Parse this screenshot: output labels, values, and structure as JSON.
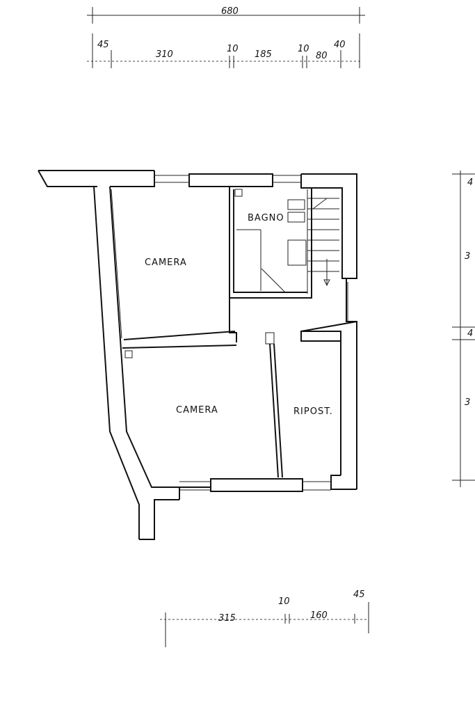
{
  "top_dimensions": {
    "total": "680",
    "segments": [
      "45",
      "310",
      "10",
      "185",
      "10",
      "80",
      "40"
    ]
  },
  "bottom_dimensions": {
    "segments": [
      "315",
      "10",
      "160",
      "45"
    ]
  },
  "right_dimensions": {
    "segments": [
      "4",
      "3",
      "4",
      "3"
    ]
  },
  "rooms": {
    "camera_top": "CAMERA",
    "bagno": "BAGNO",
    "camera_bottom": "CAMERA",
    "ripostiglio": "RIPOST."
  }
}
